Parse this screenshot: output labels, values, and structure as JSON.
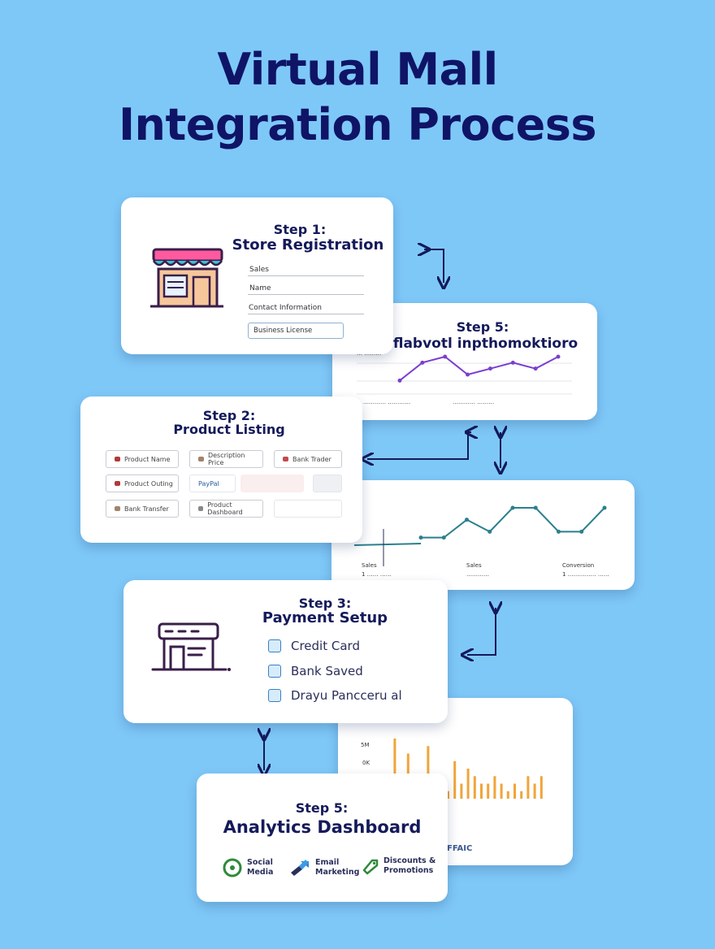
{
  "title": {
    "line1": "Virtual Mall",
    "line2": "Integration Process"
  },
  "step1": {
    "num": "Step 1:",
    "name": "Store Registration",
    "fields": [
      "Sales",
      "Name",
      "Contact Information"
    ],
    "button": "Business License",
    "icon": "storefront-icon"
  },
  "step5_top": {
    "num": "Step 5:",
    "name": "…flabvotl inpthomoktioro",
    "axis_left": "… ………",
    "label_a": "………… …………",
    "label_b": "………… ………"
  },
  "step2": {
    "num": "Step 2:",
    "name": "Product Listing",
    "pills": [
      "Product Name",
      "Description Price",
      "Bank Trader",
      "Product Outing",
      "PayPal",
      "",
      "Bank Transfer",
      "Product Dashboard",
      ""
    ]
  },
  "chart_mid": {
    "labels": [
      "Sales",
      "1 …… ……",
      "Sales",
      "…………",
      "Conversion",
      "1 …………… ……"
    ]
  },
  "step3": {
    "num": "Step 3:",
    "name": "Payment Setup",
    "options": [
      "Credit Card",
      "Bank Saved",
      "Drayu Pancceru al"
    ],
    "icon": "payment-terminal-icon"
  },
  "chart_bottom": {
    "y_labels": [
      "5M",
      "0K"
    ],
    "footer": "FFAIC"
  },
  "step5_bottom": {
    "num": "Step 5:",
    "name": "Analytics Dashboard",
    "channels": [
      {
        "l1": "Social",
        "l2": "Media",
        "icon": "social-media-icon"
      },
      {
        "l1": "Email",
        "l2": "Marketing",
        "icon": "email-marketing-icon"
      },
      {
        "l1": "Discounts &",
        "l2": "Promotions",
        "icon": "tag-icon"
      }
    ]
  },
  "chart_data": [
    {
      "type": "line",
      "title": "",
      "series": [
        {
          "values": [
            2,
            5,
            6,
            3,
            4,
            5,
            4,
            6
          ]
        }
      ]
    },
    {
      "type": "line",
      "title": "",
      "series": [
        {
          "values": [
            1,
            1,
            4,
            2,
            6,
            6,
            2,
            2,
            6
          ]
        }
      ]
    },
    {
      "type": "bar",
      "title": "",
      "series": [
        {
          "values": [
            3,
            2,
            8,
            3,
            6,
            2,
            2,
            7,
            1,
            3,
            1,
            5,
            2,
            4,
            3,
            2,
            2,
            3,
            2,
            1,
            2,
            1,
            3,
            2,
            3
          ]
        }
      ]
    }
  ],
  "colors": {
    "background": "#7ec8f8",
    "navy": "#0f1466",
    "purple": "#7b3fd0",
    "teal": "#2b7f8e",
    "orange": "#f0a53a"
  }
}
